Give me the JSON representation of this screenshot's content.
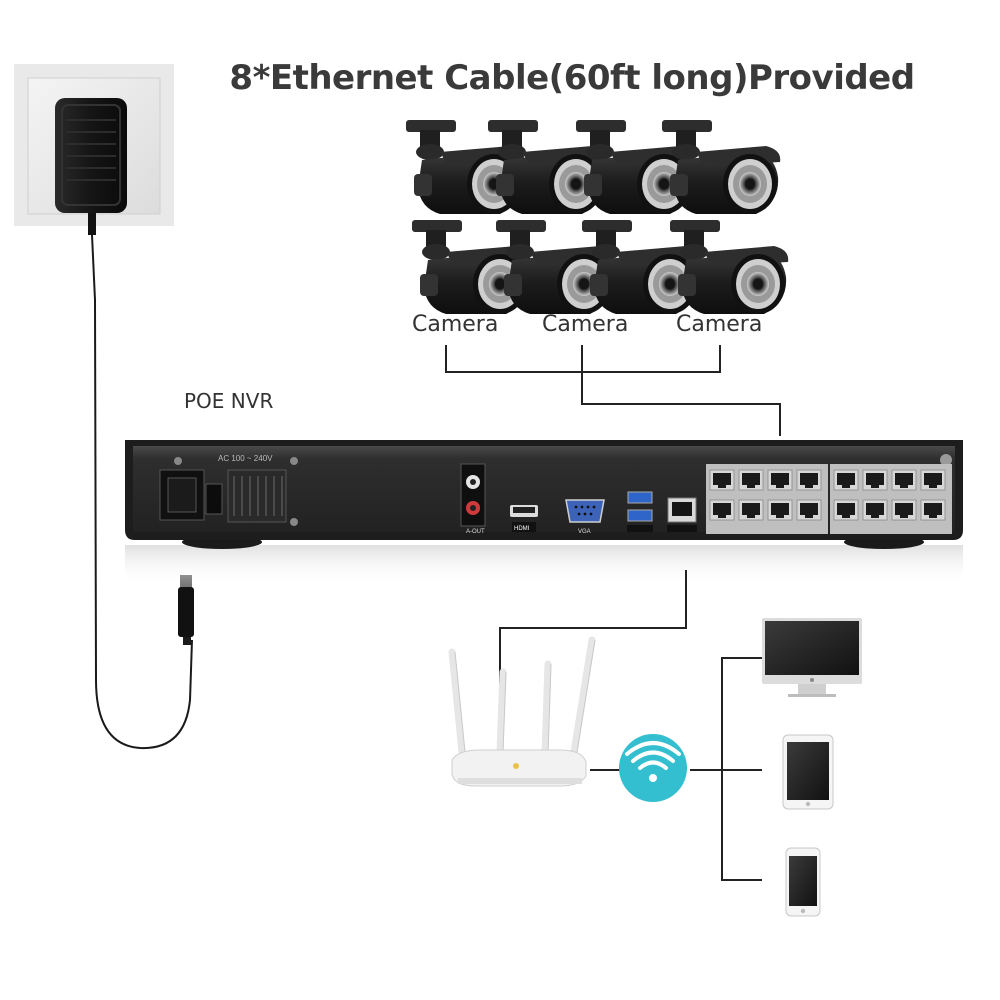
{
  "title": "8*Ethernet Cable(60ft long)Provided",
  "nvr_label": "POE NVR",
  "cameras": {
    "labels": [
      "Camera",
      "Camera",
      "Camera"
    ]
  },
  "panel": {
    "power_rating": "AC 100 ~ 240V",
    "audio_out": "A-OUT",
    "hdmi": "HDMI",
    "vga": "VGA"
  },
  "colors": {
    "wifi": "#33bfcf",
    "nvr_body": "#2b2b2b",
    "line": "#222222"
  }
}
